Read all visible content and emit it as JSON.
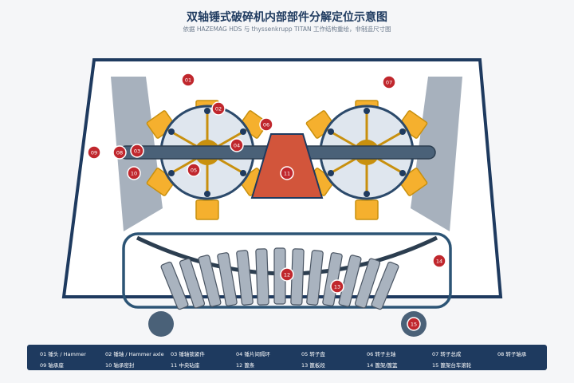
{
  "header": {
    "title": "双轴锤式破碎机内部部件分解定位示意图",
    "subtitle": "依据 HAZEMAG HDS 与 thyssenkrupp TITAN 工作结构重绘，非制造尺寸图"
  },
  "markers": [
    "01",
    "02",
    "03",
    "04",
    "05",
    "06",
    "07",
    "08",
    "09",
    "10",
    "11",
    "12",
    "13",
    "14",
    "15"
  ],
  "legend": [
    "01 锤头 / Hammer",
    "02 锤轴 / Hammer axle",
    "03 锤轴锁紧件",
    "04 锤片间隔环",
    "05 转子盘",
    "06 转子主轴",
    "07 转子总成",
    "08 转子轴承",
    "09 轴承座",
    "10 轴承密封",
    "11 中央砧座",
    "12 篦条",
    "13 篦板段",
    "14 篦架/篦篮",
    "15 篦架台车滚轮"
  ],
  "colors": {
    "frame": "#1e3a5f",
    "hammer": "#f5b02e",
    "arm": "#c8900e",
    "rotor_disc": "#dfe6ee",
    "shaft": "#4a6178",
    "anvil": "#d2553b",
    "grate": "#a9b3bf",
    "marker": "#c0272d"
  }
}
